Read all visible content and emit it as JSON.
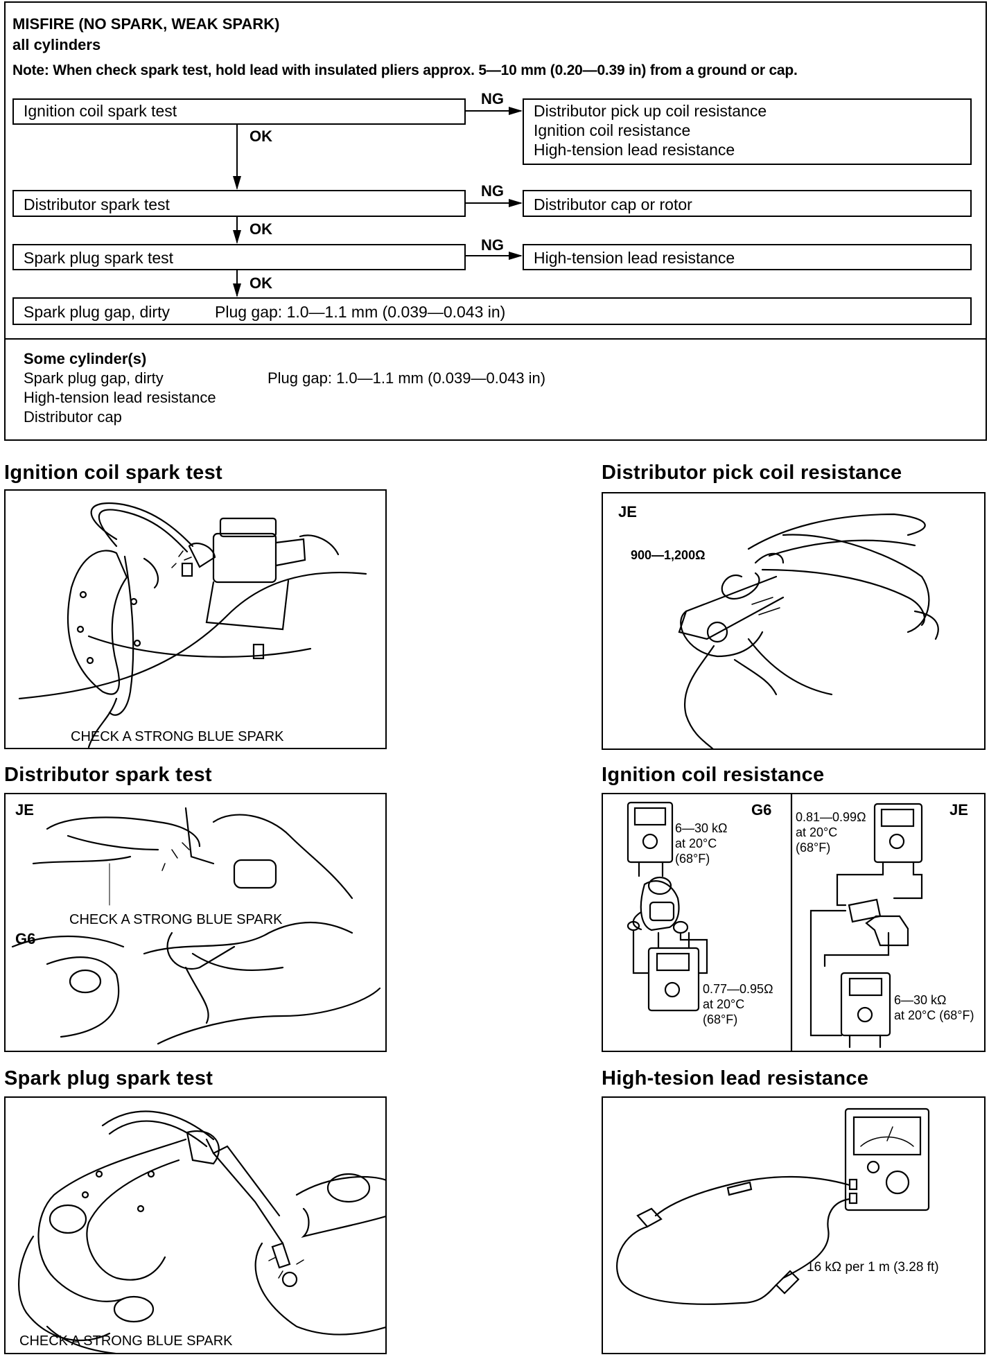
{
  "flowchart": {
    "title": "MISFIRE (NO SPARK, WEAK SPARK)",
    "subtitle": "all cylinders",
    "note": "Note: When check spark test, hold lead with insulated pliers approx. 5—10 mm (0.20—0.39 in) from a ground or cap.",
    "steps": {
      "ignition_coil_spark_test": "Ignition coil spark test",
      "distributor_spark_test": "Distributor spark test",
      "spark_plug_spark_test": "Spark plug spark test",
      "spark_plug_gap": "Spark plug gap, dirty",
      "plug_gap_spec": "Plug gap: 1.0—1.1 mm (0.039—0.043 in)"
    },
    "results": {
      "ng1_lines": [
        "Distributor pick up coil resistance",
        "Ignition coil resistance",
        "High-tension lead resistance"
      ],
      "ng2": "Distributor cap or rotor",
      "ng3": "High-tension lead resistance"
    },
    "labels": {
      "ng": "NG",
      "ok": "OK"
    },
    "some_cylinders": {
      "title": "Some cylinder(s)",
      "items": [
        "Spark plug gap, dirty",
        "High-tension lead resistance",
        "Distributor cap"
      ],
      "plug_gap_spec": "Plug gap: 1.0—1.1 mm (0.039—0.043 in)"
    }
  },
  "sections": {
    "ignition_coil_spark_test": {
      "title": "Ignition coil spark test",
      "caption": "CHECK A STRONG BLUE SPARK"
    },
    "distributor_pick_coil": {
      "title": "Distributor pick coil resistance",
      "tag": "JE",
      "value": "900—1,200Ω"
    },
    "distributor_spark_test": {
      "title": "Distributor spark test",
      "tag_je": "JE",
      "tag_g6": "G6",
      "caption": "CHECK A STRONG BLUE SPARK"
    },
    "ignition_coil_resistance": {
      "title": "Ignition coil resistance",
      "g6": {
        "tag": "G6",
        "primary": [
          "6—30 kΩ",
          "at 20°C",
          "(68°F)"
        ],
        "secondary": [
          "0.77—0.95Ω",
          "at 20°C",
          "(68°F)"
        ]
      },
      "je": {
        "tag": "JE",
        "primary": [
          "0.81—0.99Ω",
          "at 20°C",
          "(68°F)"
        ],
        "secondary": [
          "6—30 kΩ",
          "at 20°C (68°F)"
        ]
      }
    },
    "spark_plug_spark_test": {
      "title": "Spark plug spark test",
      "caption": "CHECK A STRONG BLUE SPARK"
    },
    "high_tension_lead": {
      "title": "High-tesion lead resistance",
      "value": "16 kΩ per 1 m (3.28 ft)"
    }
  }
}
